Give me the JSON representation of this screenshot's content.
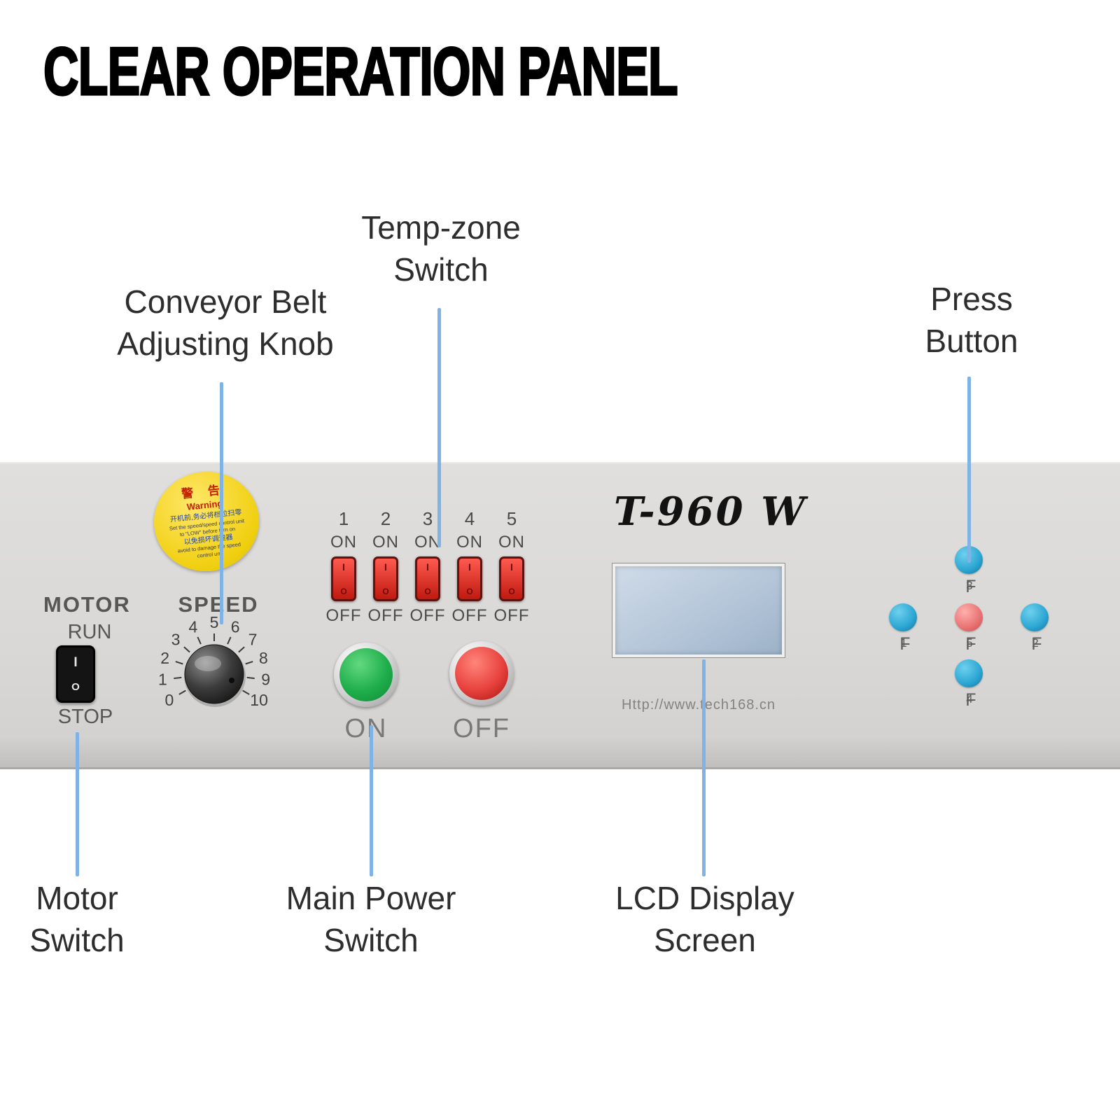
{
  "title": "CLEAR OPERATION PANEL",
  "annotations": {
    "conveyor": {
      "line1": "Conveyor Belt",
      "line2": "Adjusting Knob"
    },
    "temp_zone": {
      "line1": "Temp-zone",
      "line2": "Switch"
    },
    "press_button": {
      "line1": "Press",
      "line2": "Button"
    },
    "motor_switch": {
      "line1": "Motor",
      "line2": "Switch"
    },
    "main_power": {
      "line1": "Main Power",
      "line2": "Switch"
    },
    "lcd": {
      "line1": "LCD Display",
      "line2": "Screen"
    }
  },
  "panel": {
    "warning_sticker": {
      "title_cn": "警 告",
      "title_en": "Warning",
      "lines": [
        "开机前,务必将档位扫零",
        "Set the speed/speed control unit",
        "to \"LOW\" before turn on",
        "以免损坏调速器",
        "avoid to damage the speed",
        "control unit"
      ]
    },
    "motor": {
      "label": "MOTOR",
      "run": "RUN",
      "stop": "STOP",
      "switch_on": "I",
      "switch_off": "O"
    },
    "speed": {
      "label": "SPEED",
      "ticks": [
        "0",
        "1",
        "2",
        "3",
        "4",
        "5",
        "6",
        "7",
        "8",
        "9",
        "10"
      ]
    },
    "temp_zones": [
      {
        "num": "1",
        "on": "ON",
        "off": "OFF"
      },
      {
        "num": "2",
        "on": "ON",
        "off": "OFF"
      },
      {
        "num": "3",
        "on": "ON",
        "off": "OFF"
      },
      {
        "num": "4",
        "on": "ON",
        "off": "OFF"
      },
      {
        "num": "5",
        "on": "ON",
        "off": "OFF"
      }
    ],
    "main_power": {
      "on_label": "ON",
      "off_label": "OFF"
    },
    "brand": "T-960 W",
    "url": "Http://www.tech168.cn",
    "press_buttons": [
      {
        "label": "F3",
        "pos": "top",
        "color": "blue"
      },
      {
        "label": "F1",
        "pos": "left",
        "color": "blue"
      },
      {
        "label": "F5",
        "pos": "center",
        "color": "red"
      },
      {
        "label": "F2",
        "pos": "right",
        "color": "blue"
      },
      {
        "label": "F4",
        "pos": "bottom",
        "color": "blue"
      }
    ]
  },
  "colors": {
    "leader_line": "#7fb2e5",
    "panel_bg": "#d9d8d6",
    "green_button": "#1fae4b",
    "red_button": "#e8423e",
    "blue_press_button": "#2aa5d2",
    "red_press_button": "#e87272",
    "lcd_bg": "#b5c6d9",
    "sticker_bg": "#f0cf10"
  }
}
